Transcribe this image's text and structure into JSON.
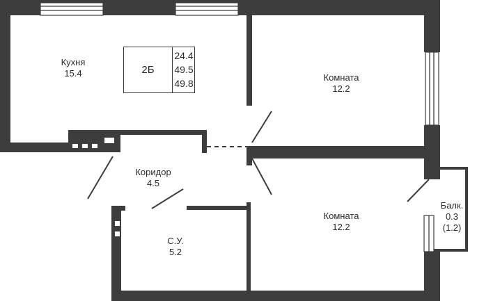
{
  "rooms": {
    "kitchen": {
      "name": "Кухня",
      "area": "15.4"
    },
    "room_top": {
      "name": "Комната",
      "area": "12.2"
    },
    "corridor": {
      "name": "Коридор",
      "area": "4.5"
    },
    "room_bottom": {
      "name": "Комната",
      "area": "12.2"
    },
    "bathroom": {
      "name": "С.У.",
      "area": "5.2"
    },
    "balcony": {
      "name": "Балк.",
      "area": "0.3",
      "area_full": "(1.2)"
    }
  },
  "info": {
    "type": "2Б",
    "areas": [
      "24.4",
      "49.5",
      "49.8"
    ]
  },
  "colors": {
    "wall": "#3d3d3d",
    "text": "#2b2b2b",
    "background": "#ffffff"
  }
}
